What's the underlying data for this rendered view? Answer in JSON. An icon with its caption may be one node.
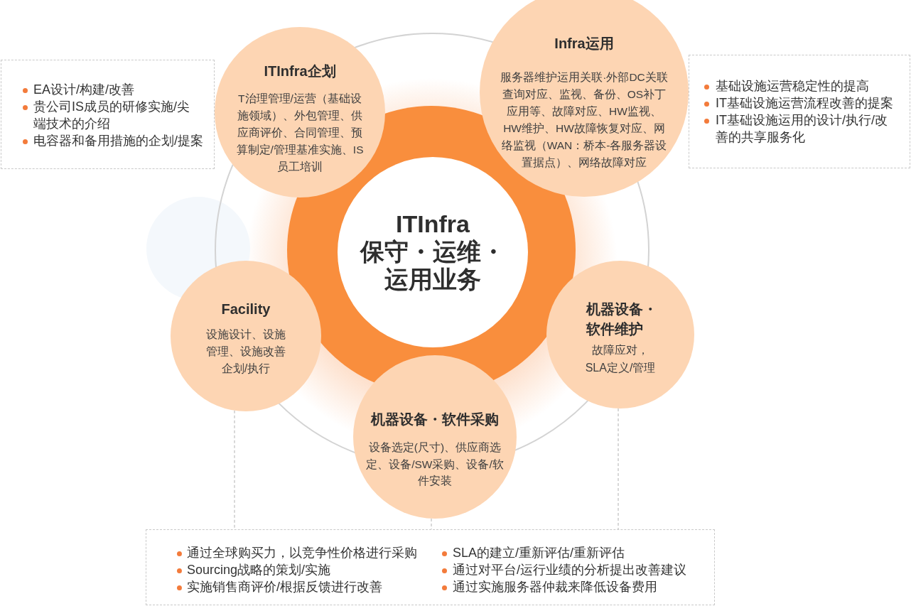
{
  "diagram": {
    "nodes": [
      {
        "text": [
          "ITInfra 保守・运维・运用业务"
        ]
      },
      {
        "text": [
          "ITInfra企划",
          "T治理管理/运营（基础设施领域）、外包管理、供应商评价、合同管理、预算制定/管理基准实施、IS员工培训"
        ]
      },
      {
        "text": [
          "Infra运用",
          "服务器维护运用关联·外部DC关联查询对应、监视、备份、OS补丁应用等、故障对应、HW监视、HW维护、HW故障恢复对应、网络监视（WAN：桥本-各服务器设置据点）、网络故障对应"
        ]
      },
      {
        "text": [
          "Facility",
          "设施设计、设施管理、设施改善企划/执行"
        ]
      },
      {
        "text": [
          "机器设备・软件维护",
          "故障应对，SLA定义/管理"
        ]
      },
      {
        "text": [
          "机器设备・软件采购",
          "设备选定(尺寸)、供应商选定、设备/SW采购、设备/软件安装"
        ]
      },
      {
        "text": [
          "EA设计/构建/改善",
          "贵公司IS成员的研修实施/尖端技术的介绍",
          "电容器和备用措施的企划/提案"
        ]
      },
      {
        "text": [
          "基础设施运营稳定性的提高",
          "IT基础设施运营流程改善的提案",
          "IT基础设施运用的设计/执行/改善的共享服务化"
        ]
      },
      {
        "text": [
          "通过全球购买力，以竞争性价格进行采购",
          "Sourcing战略的策划/实施",
          "实施销售商评价/根据反馈进行改善",
          "SLA的建立/重新评估/重新评估",
          "通过对平台/运行业绩的分析提出改善建议",
          "通过实施服务器仲裁来降低设备费用"
        ]
      }
    ],
    "edges": [
      {
        "from": 3,
        "to": 8,
        "arrow": "none",
        "style": "dashed"
      },
      {
        "from": 5,
        "to": 8,
        "arrow": "none",
        "style": "dashed"
      },
      {
        "from": 4,
        "to": 8,
        "arrow": "none",
        "style": "dashed"
      }
    ]
  }
}
